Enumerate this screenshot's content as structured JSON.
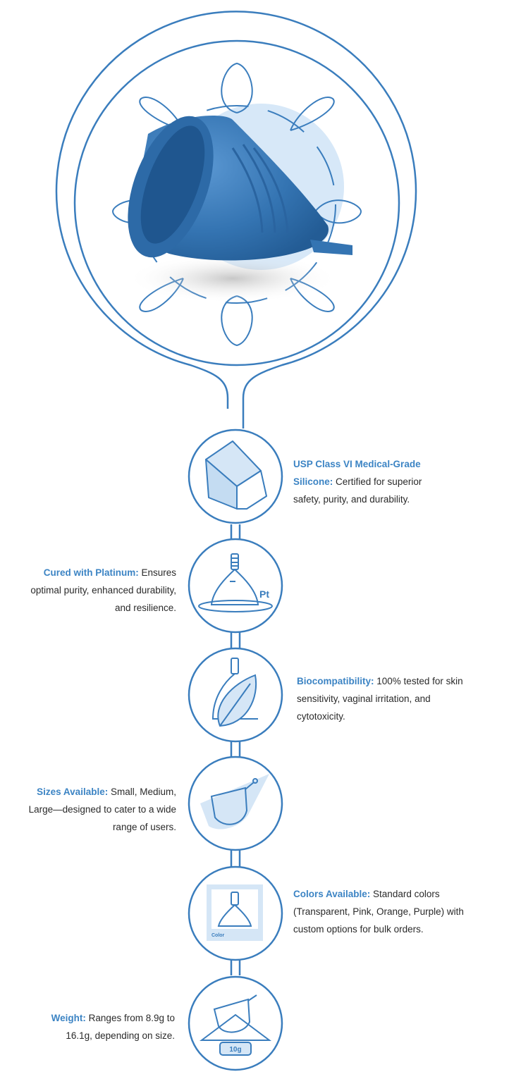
{
  "colors": {
    "accent": "#3c84c4",
    "line": "#3a7dbd",
    "fill_light": "#d5e6f6",
    "cup_blue": "#3271ae",
    "text": "#2a2a2a"
  },
  "hero": {
    "image": "blue-menstrual-cup-icon"
  },
  "features": [
    {
      "icon": "cube-icon",
      "title": "USP Class VI Medical-Grade Silicone:",
      "text": "Certified for superior safety, purity, and durability."
    },
    {
      "icon": "platinum-cup-icon",
      "title": "Cured with Platinum:",
      "text": "Ensures optimal purity, enhanced durability, and resilience.",
      "icon_label": "Pt"
    },
    {
      "icon": "leaf-cup-icon",
      "title": "Biocompatibility:",
      "text": "100% tested for skin sensitivity, vaginal irritation, and cytotoxicity."
    },
    {
      "icon": "sizes-cup-icon",
      "title": "Sizes Available:",
      "text": "Small, Medium, Large—designed to cater to a wide range of users."
    },
    {
      "icon": "color-swatch-icon",
      "title": "Colors Available:",
      "text": "Standard colors (Transparent, Pink, Orange, Purple) with custom options for bulk orders.",
      "icon_label": "Color"
    },
    {
      "icon": "weight-scale-icon",
      "title": "Weight:",
      "text": "Ranges from 8.9g to 16.1g, depending on size.",
      "icon_label": "10g"
    }
  ]
}
